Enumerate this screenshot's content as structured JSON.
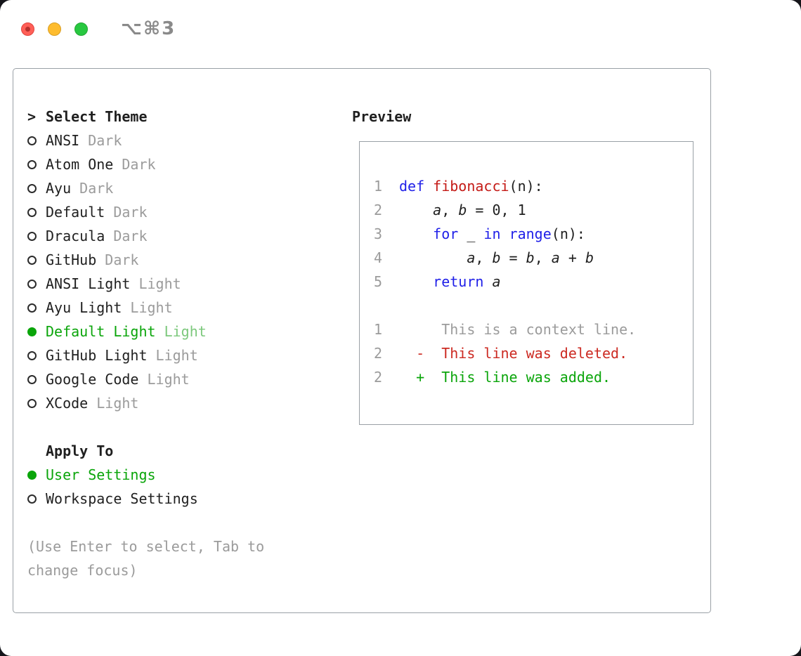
{
  "window": {
    "shortcut": "⌥⌘3"
  },
  "theme_panel": {
    "title_prefix": ">",
    "title": "Select Theme",
    "themes": [
      {
        "name": "ANSI",
        "variant": "Dark",
        "selected": false
      },
      {
        "name": "Atom One",
        "variant": "Dark",
        "selected": false
      },
      {
        "name": "Ayu",
        "variant": "Dark",
        "selected": false
      },
      {
        "name": "Default",
        "variant": "Dark",
        "selected": false
      },
      {
        "name": "Dracula",
        "variant": "Dark",
        "selected": false
      },
      {
        "name": "GitHub",
        "variant": "Dark",
        "selected": false
      },
      {
        "name": "ANSI Light",
        "variant": "Light",
        "selected": false
      },
      {
        "name": "Ayu Light",
        "variant": "Light",
        "selected": false
      },
      {
        "name": "Default Light",
        "variant": "Light",
        "selected": true
      },
      {
        "name": "GitHub Light",
        "variant": "Light",
        "selected": false
      },
      {
        "name": "Google Code",
        "variant": "Light",
        "selected": false
      },
      {
        "name": "XCode",
        "variant": "Light",
        "selected": false
      }
    ],
    "apply_to": {
      "title": "Apply To",
      "options": [
        {
          "label": "User Settings",
          "selected": true
        },
        {
          "label": "Workspace Settings",
          "selected": false
        }
      ]
    },
    "hint": "(Use Enter to select, Tab to change focus)"
  },
  "preview": {
    "title": "Preview",
    "code_lines": [
      {
        "num": "1",
        "tokens": [
          [
            "kw",
            "def"
          ],
          [
            "plain",
            " "
          ],
          [
            "fn",
            "fibonacci"
          ],
          [
            "plain",
            "(n):"
          ]
        ]
      },
      {
        "num": "2",
        "tokens": [
          [
            "plain",
            "    "
          ],
          [
            "var",
            "a"
          ],
          [
            "plain",
            ", "
          ],
          [
            "var",
            "b"
          ],
          [
            "plain",
            " = 0, 1"
          ]
        ]
      },
      {
        "num": "3",
        "tokens": [
          [
            "plain",
            "    "
          ],
          [
            "kw",
            "for"
          ],
          [
            "plain",
            " _ "
          ],
          [
            "kw",
            "in"
          ],
          [
            "plain",
            " "
          ],
          [
            "kw",
            "range"
          ],
          [
            "plain",
            "(n):"
          ]
        ]
      },
      {
        "num": "4",
        "tokens": [
          [
            "plain",
            "        "
          ],
          [
            "var",
            "a"
          ],
          [
            "plain",
            ", "
          ],
          [
            "var",
            "b"
          ],
          [
            "plain",
            " = "
          ],
          [
            "var",
            "b"
          ],
          [
            "plain",
            ", "
          ],
          [
            "var",
            "a"
          ],
          [
            "plain",
            " + "
          ],
          [
            "var",
            "b"
          ]
        ]
      },
      {
        "num": "5",
        "tokens": [
          [
            "plain",
            "    "
          ],
          [
            "kw",
            "return"
          ],
          [
            "plain",
            " "
          ],
          [
            "var",
            "a"
          ]
        ]
      },
      {
        "num": "",
        "tokens": []
      },
      {
        "num": "1",
        "tokens": [
          [
            "ctx",
            "     This is a context line."
          ]
        ]
      },
      {
        "num": "2",
        "tokens": [
          [
            "del",
            "  -  This line was deleted."
          ]
        ]
      },
      {
        "num": "2",
        "tokens": [
          [
            "add",
            "  +  This line was added."
          ]
        ]
      }
    ]
  },
  "colors": {
    "green": "#0aa50a",
    "green_soft": "#7cc87c",
    "blue": "#1f1fe8",
    "red": "#c41a16",
    "del_red": "#cc2a22",
    "gray": "#9b9b9b",
    "text": "#1f1f1f",
    "border": "#9aa0a6"
  }
}
